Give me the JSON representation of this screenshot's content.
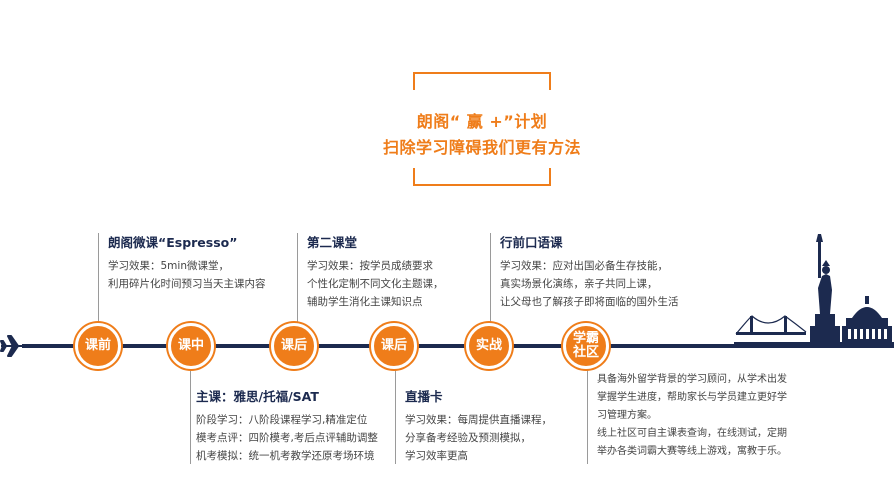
{
  "title": {
    "line1": "朗阁“ 赢 +”计划",
    "line2": "扫除学习障碍我们更有方法"
  },
  "nodes": [
    {
      "label": "课前"
    },
    {
      "label": "课中"
    },
    {
      "label": "课后"
    },
    {
      "label": "课后"
    },
    {
      "label": "实战"
    },
    {
      "label": "学霸\n社区"
    }
  ],
  "blocks": {
    "espresso": {
      "heading": "朗阁微课“Espresso”",
      "lines": [
        "学习效果：5min微课堂，",
        "利用碎片化时间预习当天主课内容"
      ]
    },
    "main": {
      "heading": "主课：雅思/托福/SAT",
      "lines": [
        "阶段学习：八阶段课程学习,精准定位",
        "模考点评：四阶模考,考后点评辅助调整",
        "机考模拟：统一机考教学还原考场环境"
      ]
    },
    "second": {
      "heading": "第二课堂",
      "lines": [
        "学习效果：按学员成绩要求",
        "个性化定制不同文化主题课，",
        "辅助学生消化主课知识点"
      ]
    },
    "live": {
      "heading": "直播卡",
      "lines": [
        "学习效果：每周提供直播课程，",
        "分享备考经验及预测模拟，",
        "学习效率更高"
      ]
    },
    "oral": {
      "heading": "行前口语课",
      "lines": [
        "学习效果：应对出国必备生存技能，",
        "真实场景化演练，亲子共同上课，",
        "让父母也了解孩子即将面临的国外生活"
      ]
    },
    "community": {
      "lines": [
        "具备海外留学背景的学习顾问，从学术出发",
        "掌握学生进度，帮助家长与学员建立更好学",
        "习管理方案。",
        "线上社区可自主课表查询，在线测试，定期",
        "举办各类词霸大赛等线上游戏，寓教于乐。"
      ]
    }
  },
  "colors": {
    "accent": "#ef7d1a",
    "navy": "#1c2a4f"
  },
  "icons": [
    "airplane-icon",
    "statue-of-liberty-skyline-icon"
  ]
}
